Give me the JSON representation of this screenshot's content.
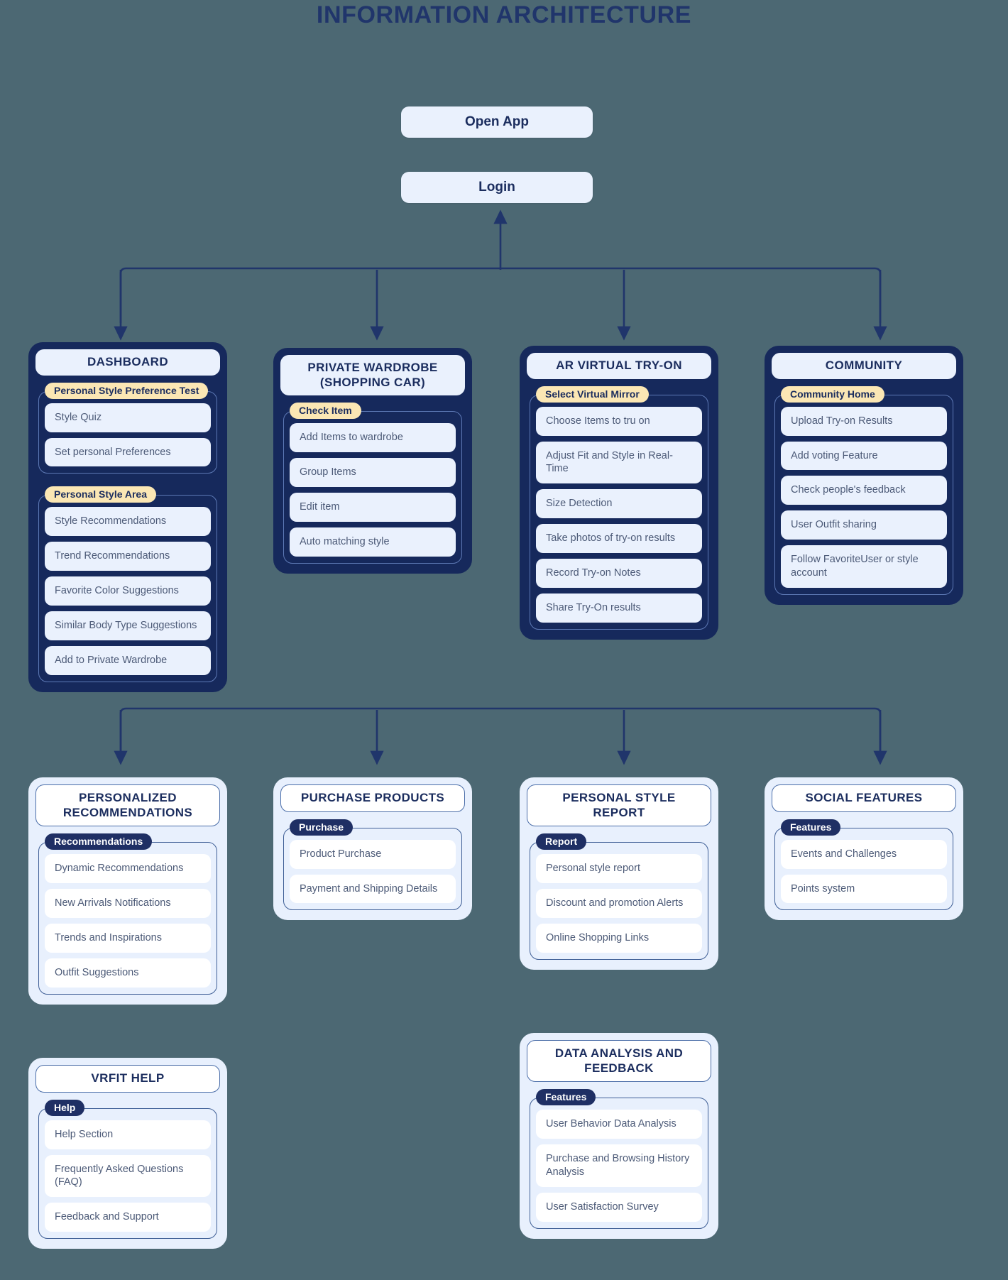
{
  "page": {
    "title": "INFORMATION ARCHITECTURE",
    "background_color": "#4c6873",
    "accent_dark": "#16295c",
    "accent_light": "#eaf1fd",
    "label_yellow": "#fbe7b4"
  },
  "flow": {
    "open_app": "Open App",
    "login": "Login"
  },
  "sections": [
    {
      "id": "dashboard",
      "theme": "dark",
      "title": "DASHBOARD",
      "groups": [
        {
          "label": "Personal Style Preference Test",
          "items": [
            "Style Quiz",
            "Set personal Preferences"
          ]
        },
        {
          "label": "Personal Style Area",
          "items": [
            "Style Recommendations",
            "Trend Recommendations",
            "Favorite Color Suggestions",
            "Similar Body Type Suggestions",
            "Add to Private Wardrobe"
          ]
        }
      ]
    },
    {
      "id": "private-wardrobe",
      "theme": "dark",
      "title": "PRIVATE WARDROBE (SHOPPING CAR)",
      "title_lines": [
        "PRIVATE WARDROBE",
        "(SHOPPING CAR)"
      ],
      "groups": [
        {
          "label": "Check Item",
          "items": [
            "Add Items to wardrobe",
            "Group Items",
            "Edit item",
            "Auto matching style"
          ]
        }
      ]
    },
    {
      "id": "ar-virtual-try-on",
      "theme": "dark",
      "title": "AR VIRTUAL TRY-ON",
      "groups": [
        {
          "label": "Select Virtual Mirror",
          "items": [
            "Choose Items to tru on",
            "Adjust Fit and Style in Real-Time",
            "Size Detection",
            "Take photos of try-on results",
            "Record Try-on Notes",
            "Share Try-On results"
          ]
        }
      ]
    },
    {
      "id": "community",
      "theme": "dark",
      "title": "COMMUNITY",
      "groups": [
        {
          "label": "Community Home",
          "items": [
            "Upload Try-on Results",
            "Add voting Feature",
            "Check people's feedback",
            "User Outfit sharing",
            "Follow FavoriteUser or style account"
          ]
        }
      ]
    },
    {
      "id": "personalized-recommendations",
      "theme": "light",
      "title": "PERSONALIZED RECOMMENDATIONS",
      "title_lines": [
        "PERSONALIZED",
        "RECOMMENDATIONS"
      ],
      "groups": [
        {
          "label": "Recommendations",
          "items": [
            "Dynamic Recommendations",
            "New Arrivals Notifications",
            "Trends and Inspirations",
            "Outfit Suggestions"
          ]
        }
      ]
    },
    {
      "id": "purchase-products",
      "theme": "light",
      "title": "PURCHASE PRODUCTS",
      "groups": [
        {
          "label": "Purchase",
          "items": [
            "Product Purchase",
            "Payment and Shipping Details"
          ]
        }
      ]
    },
    {
      "id": "personal-style-report",
      "theme": "light",
      "title": "PERSONAL STYLE REPORT",
      "title_lines": [
        "PERSONAL STYLE",
        "REPORT"
      ],
      "groups": [
        {
          "label": "Report",
          "items": [
            "Personal style report",
            "Discount and promotion Alerts",
            "Online Shopping Links"
          ]
        }
      ]
    },
    {
      "id": "social-features",
      "theme": "light",
      "title": "SOCIAL FEATURES",
      "groups": [
        {
          "label": "Features",
          "items": [
            "Events and Challenges",
            "Points system"
          ]
        }
      ]
    },
    {
      "id": "vrfit-help",
      "theme": "light",
      "title": "VRFIT HELP",
      "groups": [
        {
          "label": "Help",
          "items": [
            "Help Section",
            "Frequently Asked Questions (FAQ)",
            "Feedback and Support"
          ]
        }
      ]
    },
    {
      "id": "data-analysis-and-feedback",
      "theme": "light",
      "title": "DATA ANALYSIS AND FEEDBACK",
      "title_lines": [
        "DATA ANALYSIS AND",
        "FEEDBACK"
      ],
      "groups": [
        {
          "label": "Features",
          "items": [
            "User Behavior Data Analysis",
            "Purchase and Browsing History Analysis",
            "User Satisfaction Survey"
          ]
        }
      ]
    }
  ]
}
